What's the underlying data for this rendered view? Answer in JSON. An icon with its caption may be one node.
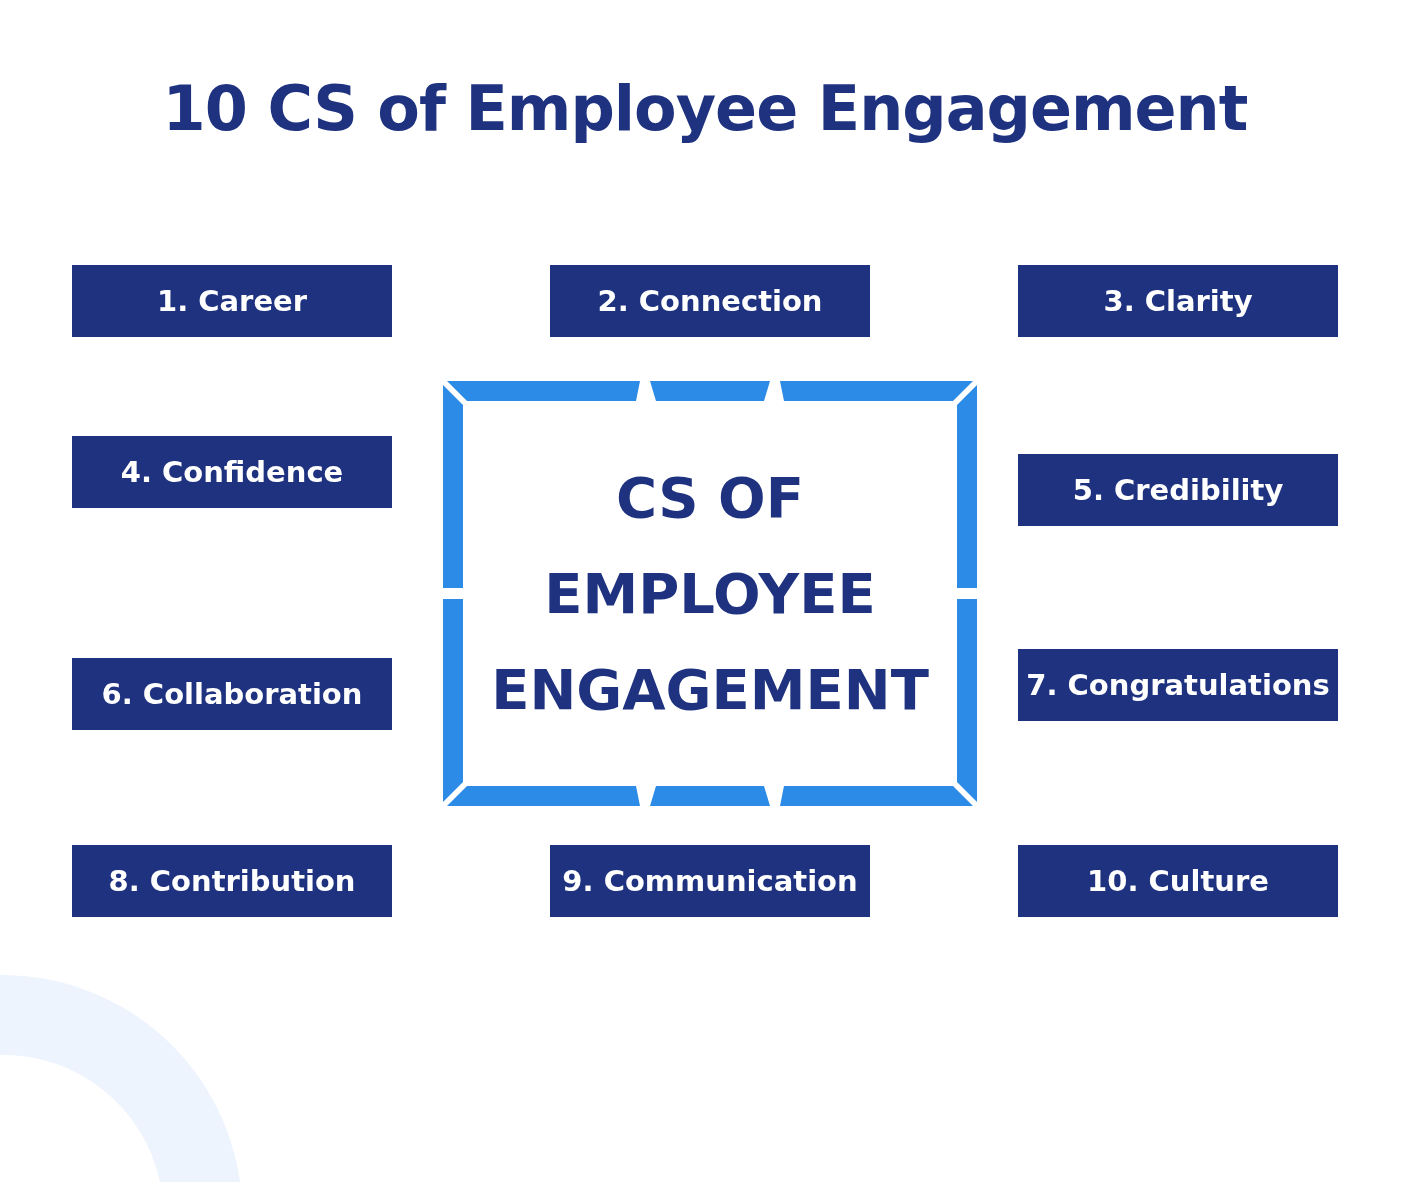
{
  "diagram": {
    "title": "10 CS of Employee Engagement",
    "nodes": [
      {
        "text": [
          "1. Career"
        ]
      },
      {
        "text": [
          "2. Connection"
        ]
      },
      {
        "text": [
          "3. Clarity"
        ]
      },
      {
        "text": [
          "4. Confidence"
        ]
      },
      {
        "text": [
          "CS OF EMPLOYEE ENGAGEMENT"
        ]
      },
      {
        "text": [
          "5. Credibility"
        ]
      },
      {
        "text": [
          "6. Collaboration"
        ]
      },
      {
        "text": [
          "7. Congratulations"
        ]
      },
      {
        "text": [
          "8. Contribution"
        ]
      },
      {
        "text": [
          "9. Communication"
        ]
      },
      {
        "text": [
          "10. Culture"
        ]
      }
    ],
    "edges": []
  }
}
